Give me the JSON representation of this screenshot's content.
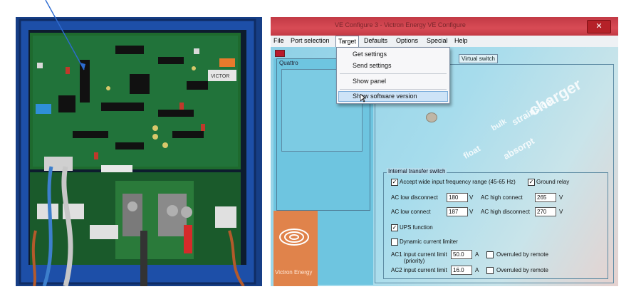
{
  "window": {
    "title": "VE Configure 3 - Victron Energy VE Configure",
    "close_glyph": "✕"
  },
  "menu": {
    "items": [
      "File",
      "Port selection",
      "Target",
      "Defaults",
      "Options",
      "Special",
      "Help"
    ],
    "active": "Target"
  },
  "target_menu": {
    "items": [
      "Get settings",
      "Send settings",
      "Show panel",
      "Show software version"
    ],
    "highlighted": "Show software version"
  },
  "panel": {
    "device_label": "Quattro",
    "tab_label": "Virtual switch",
    "brand": "Victron Energy"
  },
  "watermark": {
    "words": [
      "charger",
      "strains on",
      "absorpt",
      "float",
      "bulk"
    ]
  },
  "transfer_switch": {
    "legend": "Internal transfer switch",
    "accept_wide_label": "Accept wide input frequency range (45-65 Hz)",
    "accept_wide_checked": true,
    "ground_relay_label": "Ground relay",
    "ground_relay_checked": true,
    "ac_low_disconnect_label": "AC low disconnect",
    "ac_low_disconnect_value": "180",
    "ac_high_connect_label": "AC high connect",
    "ac_high_connect_value": "265",
    "ac_low_connect_label": "AC low connect",
    "ac_low_connect_value": "187",
    "ac_high_disconnect_label": "AC high disconnect",
    "ac_high_disconnect_value": "270",
    "unit_v": "V",
    "ups_label": "UPS function",
    "ups_checked": true,
    "dynamic_label": "Dynamic current limiter",
    "dynamic_checked": false,
    "ac1_label": "AC1 input current limit",
    "ac1_sub": "(priority)",
    "ac1_value": "50.0",
    "ac2_label": "AC2 input current limit",
    "ac2_value": "16.0",
    "unit_a": "A",
    "overruled_label": "Overruled by remote",
    "ac1_overruled_checked": false,
    "ac2_overruled_checked": false
  },
  "photo": {
    "sticker_text": "VICTOR"
  },
  "colors": {
    "titlebar": "#c23a45",
    "accent_orange": "#e0834b",
    "panel_blue": "#6ec5e0",
    "enclosure_blue": "#1d4fa8",
    "pcb_green": "#1e6a2e"
  }
}
